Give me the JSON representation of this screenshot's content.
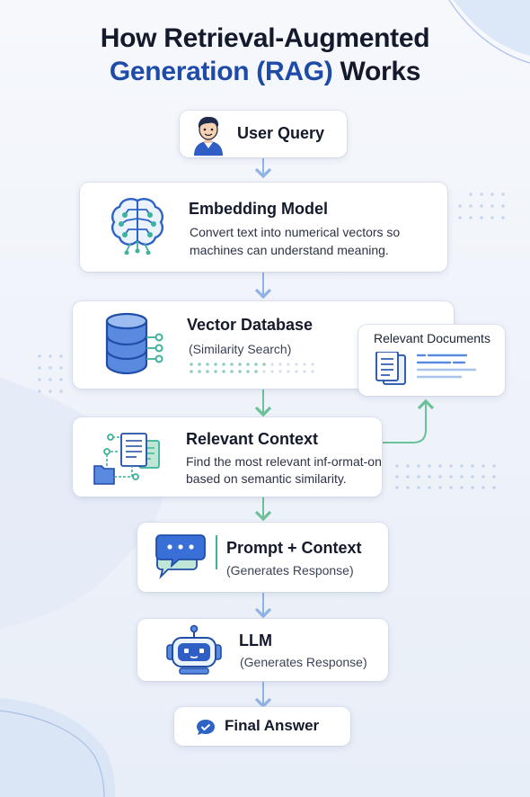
{
  "title": {
    "line1": "How Retrieval-Augmented",
    "line2_highlight": "Generation (RAG)",
    "line2_rest": "Works"
  },
  "steps": {
    "user_query": {
      "label": "User Query",
      "icon": "user-avatar-icon"
    },
    "embedding_model": {
      "title": "Embedding Model",
      "desc_line1": "Convert text into numerical vectors so",
      "desc_line2": "machines can understand meaning.",
      "icon": "brain-circuit-icon"
    },
    "vector_database": {
      "title": "Vector Database",
      "subtitle": "(Similarity Search)",
      "icon": "database-icon"
    },
    "relevant_documents": {
      "title": "Relevant Documents",
      "icon": "documents-icon"
    },
    "relevant_context": {
      "title": "Relevant Context",
      "desc_line1": "Find the most relevant inf-ormat-on",
      "desc_line2": "based on semantic similarity.",
      "icon": "context-network-icon"
    },
    "prompt_context": {
      "title": "Prompt + Context",
      "subtitle": "(Generates Response)",
      "icon": "chat-bubbles-icon"
    },
    "llm": {
      "title": "LLM",
      "subtitle": "(Generates Response)",
      "icon": "robot-icon"
    },
    "final_answer": {
      "label": "Final Answer",
      "icon": "chat-check-icon"
    }
  },
  "colors": {
    "title_dark": "#141a2b",
    "title_blue": "#1e4aa8",
    "arrow_blue": "#8fb3e4",
    "arrow_green": "#6cc09a",
    "icon_blue": "#3b6fd8",
    "icon_teal": "#3bb39a"
  }
}
